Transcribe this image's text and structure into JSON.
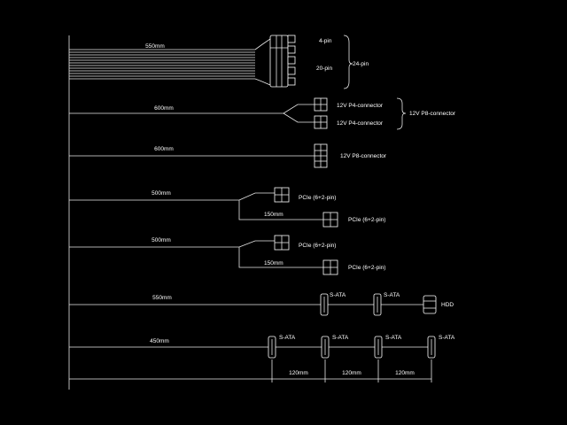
{
  "colors": {
    "background": "#000000",
    "line": "#e8e8e8",
    "text": "#ffffff"
  },
  "cables": [
    {
      "length": "550mm",
      "labels": {
        "pin4": "4-pin",
        "pin20": "20-pin",
        "pin24": "24-pin"
      }
    },
    {
      "length": "600mm",
      "connector_a": "12V P4-connector",
      "connector_b": "12V P4-connector",
      "group": "12V P8-connector"
    },
    {
      "length": "600mm",
      "connector": "12V P8-connector"
    },
    {
      "length": "500mm",
      "connector_a": "PCIe (6+2-pin)",
      "branch_length": "150mm",
      "connector_b": "PCIe (6+2-pin)"
    },
    {
      "length": "500mm",
      "connector_a": "PCIe (6+2-pin)",
      "branch_length": "150mm",
      "connector_b": "PCIe (6+2-pin)"
    },
    {
      "length": "550mm",
      "connectors": [
        "S-ATA",
        "S-ATA",
        "HDD"
      ]
    },
    {
      "length": "450mm",
      "connectors": [
        "S-ATA",
        "S-ATA",
        "S-ATA",
        "S-ATA"
      ]
    }
  ],
  "spacing": [
    "120mm",
    "120mm",
    "120mm"
  ]
}
